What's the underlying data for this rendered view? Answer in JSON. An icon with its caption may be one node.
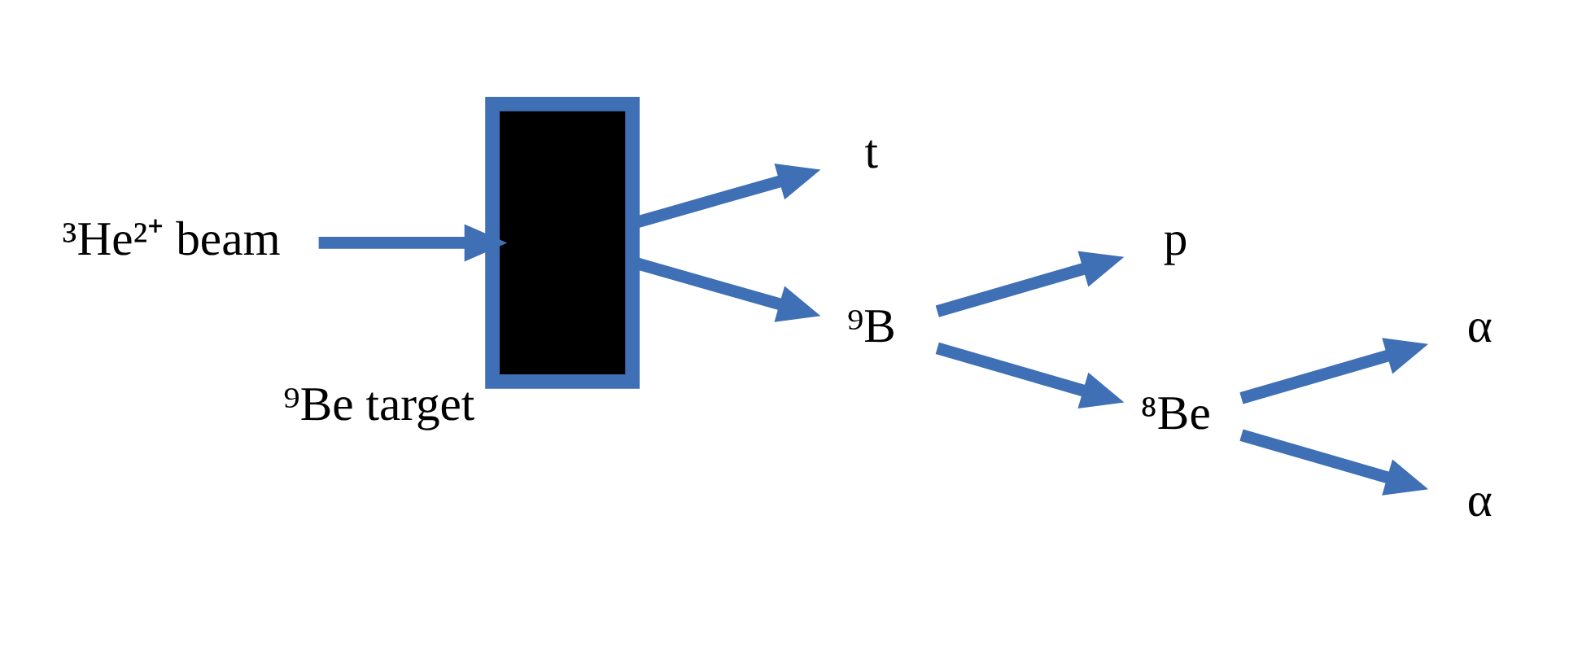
{
  "diagram": {
    "nodes": [
      {
        "text": [
          "³He²⁺ beam"
        ]
      },
      {
        "text": [],
        "shape": "box",
        "beside": [
          "⁹Be target"
        ]
      },
      {
        "text": [
          "t"
        ]
      },
      {
        "text": [
          "⁹B"
        ]
      },
      {
        "text": [
          "p"
        ]
      },
      {
        "text": [
          "⁸Be"
        ]
      },
      {
        "text": [
          "α"
        ]
      },
      {
        "text": [
          "α"
        ]
      }
    ],
    "edges": [
      {
        "from": 0,
        "to": 1,
        "arrow": "to"
      },
      {
        "from": 1,
        "to": 2,
        "arrow": "to"
      },
      {
        "from": 1,
        "to": 3,
        "arrow": "to"
      },
      {
        "from": 3,
        "to": 4,
        "arrow": "to"
      },
      {
        "from": 3,
        "to": 5,
        "arrow": "to"
      },
      {
        "from": 5,
        "to": 6,
        "arrow": "to"
      },
      {
        "from": 5,
        "to": 7,
        "arrow": "to"
      }
    ]
  }
}
